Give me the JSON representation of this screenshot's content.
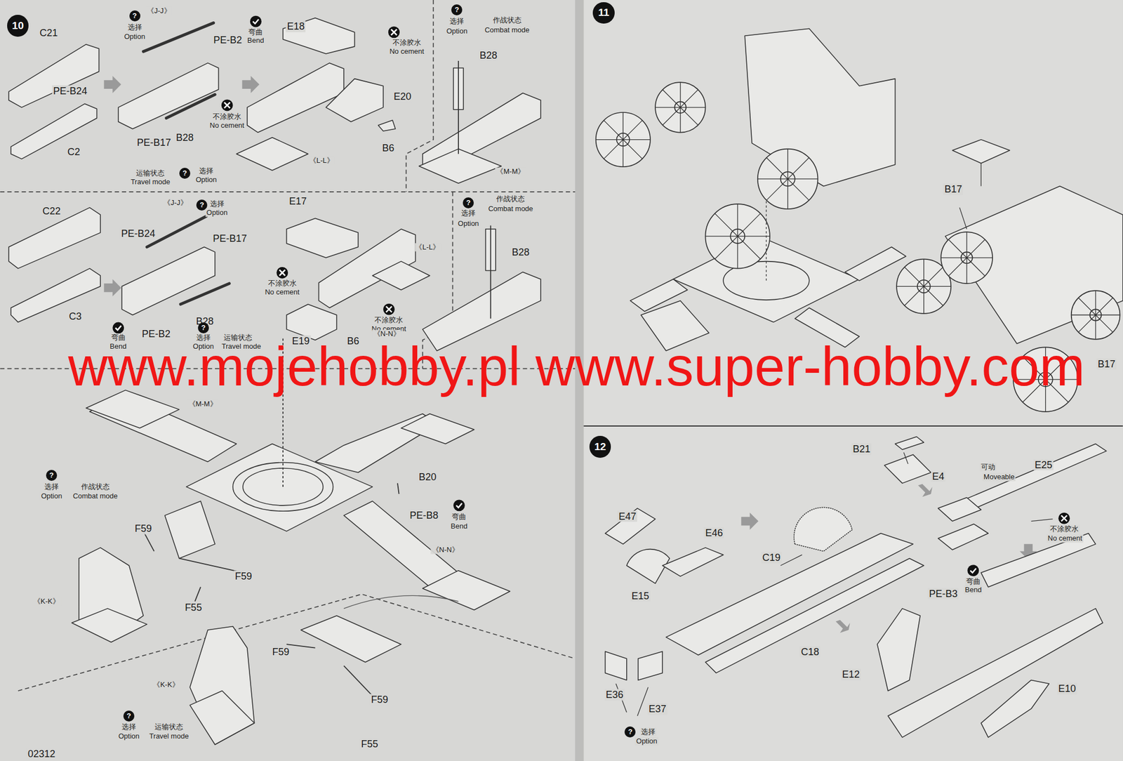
{
  "diagram": {
    "nodes": [
      {
        "text": [
          "10"
        ]
      },
      {
        "text": [
          "11"
        ]
      },
      {
        "text": [
          "12"
        ]
      }
    ],
    "labels": [
      "C21",
      "?",
      "选择",
      "Option",
      "《J-J》",
      "PE-B2",
      "弯曲",
      "Bend",
      "PE-B24",
      "C2",
      "PE-B17",
      "B28",
      "不涂胶水",
      "No cement",
      "运输状态",
      "Travel mode",
      "?",
      "选择",
      "Option",
      "E18",
      "不涂胶水",
      "No cement",
      "E20",
      "B6",
      "《L-L》",
      "?",
      "选择",
      "Option",
      "作战状态",
      "Combat mode",
      "B28",
      "《M-M》",
      "C22",
      "《J-J》",
      "?",
      "选择",
      "Option",
      "PE-B24",
      "PE-B17",
      "E17",
      "《L-L》",
      "不涂胶水",
      "No cement",
      "不涂胶水",
      "No cement",
      "C3",
      "B28",
      "PE-B2",
      "弯曲",
      "Bend",
      "?",
      "选择",
      "Option",
      "运输状态",
      "Travel mode",
      "E19",
      "B6",
      "《N-N》",
      "?",
      "选择",
      "Option",
      "作战状态",
      "Combat mode",
      "B28",
      "《M-M》",
      "B20",
      "?",
      "选择",
      "Option",
      "作战状态",
      "Combat mode",
      "PE-B8",
      "弯曲",
      "Bend",
      "F59",
      "F59",
      "F55",
      "《K-K》",
      "《N-N》",
      "F59",
      "《K-K》",
      "F59",
      "F55",
      "?",
      "选择",
      "Option",
      "运输状态",
      "Travel mode",
      "02312",
      "B17",
      "B17",
      "B21",
      "E4",
      "可动",
      "Moveable",
      "E25",
      "E47",
      "E46",
      "C19",
      "不涂胶水",
      "No cement",
      "PE-B3",
      "弯曲",
      "Bend",
      "E15",
      "C18",
      "E12",
      "E10",
      "E36",
      "E37",
      "?",
      "选择",
      "Option",
      "www.mojehobby.pl www.super-hobby.com"
    ]
  }
}
